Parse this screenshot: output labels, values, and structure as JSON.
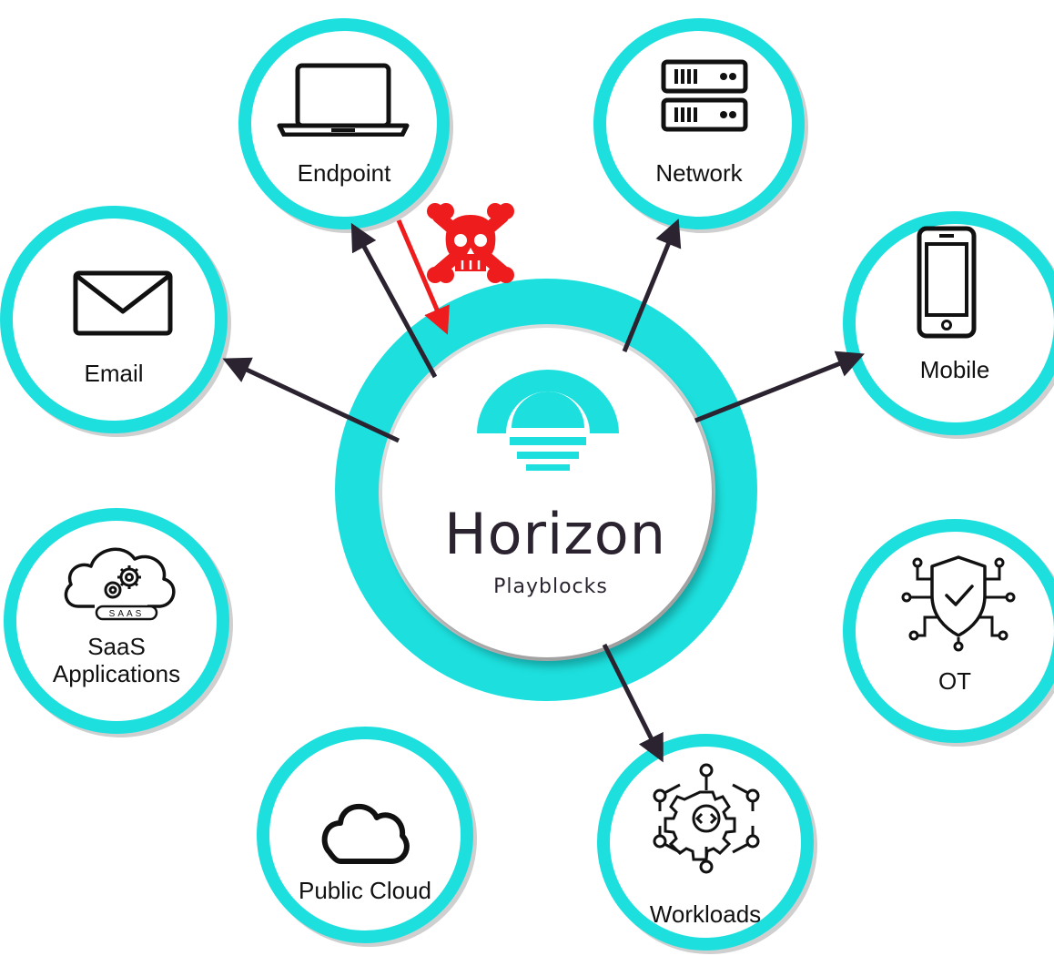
{
  "hub": {
    "title": "Horizon",
    "subtitle": "Playblocks",
    "logo_icon": "horizon-sunset-logo-icon"
  },
  "nodes": {
    "endpoint": {
      "label": "Endpoint",
      "icon": "laptop-icon"
    },
    "network": {
      "label": "Network",
      "icon": "server-rack-icon"
    },
    "email": {
      "label": "Email",
      "icon": "envelope-icon"
    },
    "mobile": {
      "label": "Mobile",
      "icon": "smartphone-icon"
    },
    "saas": {
      "label_line1": "SaaS",
      "label_line2": "Applications",
      "icon": "cloud-gears-saas-icon"
    },
    "ot": {
      "label": "OT",
      "icon": "shield-circuit-icon"
    },
    "public_cloud": {
      "label": "Public Cloud",
      "icon": "cloud-icon"
    },
    "workloads": {
      "label": "Workloads",
      "icon": "gear-network-icon"
    }
  },
  "threat": {
    "icon": "skull-crossbones-icon",
    "arrow_color": "#ee1c1c"
  },
  "colors": {
    "accent": "#1de0de",
    "arrow": "#2b2430",
    "threat": "#ee1c1c",
    "text": "#111111"
  }
}
